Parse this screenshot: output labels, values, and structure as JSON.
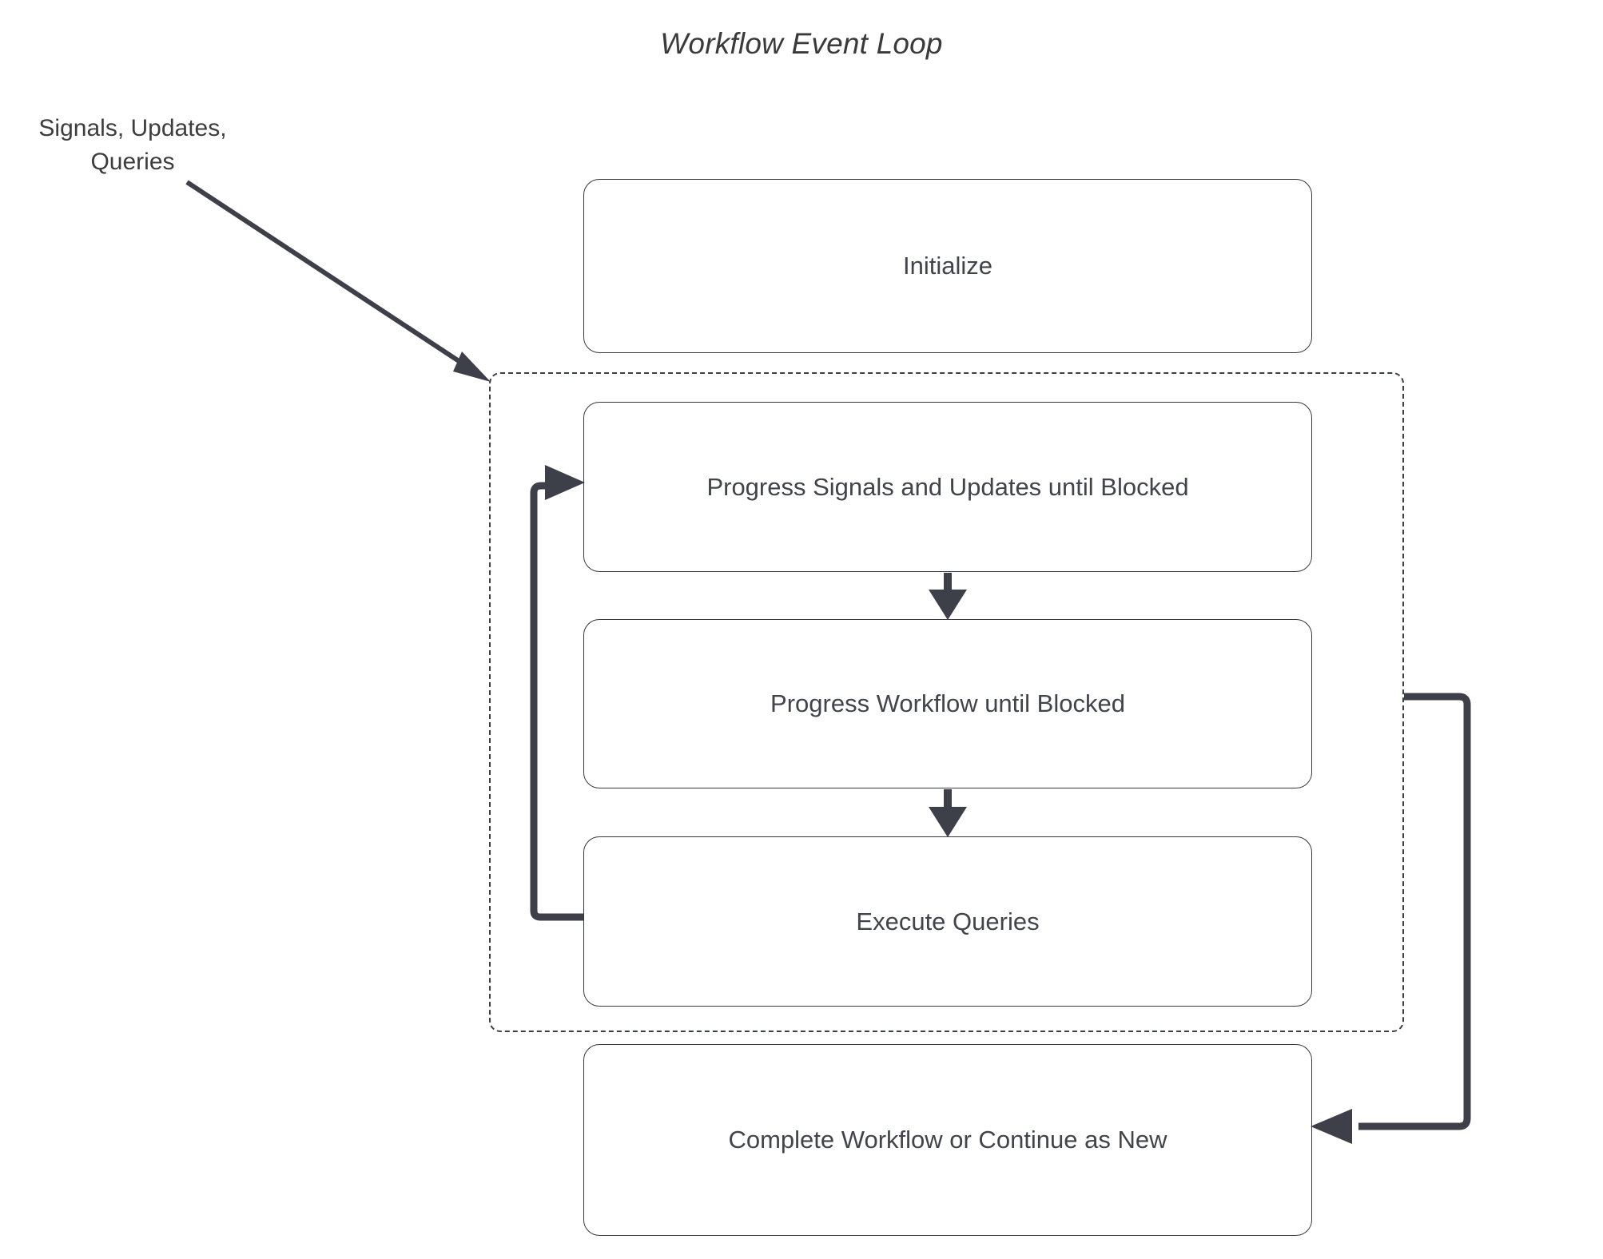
{
  "diagram": {
    "title": "Workflow Event Loop",
    "type": "flowchart",
    "background_color": "#ffffff",
    "node_border_color": "#36383f",
    "node_text_color": "#41444b",
    "connector_color": "#3d4049",
    "dashed_group_color": "#3d3f46",
    "external_label": "Signals, Updates, Queries",
    "external_label_line1": "Signals, Updates,",
    "external_label_line2": "Queries",
    "nodes": [
      {
        "id": "initialize",
        "label": "Initialize"
      },
      {
        "id": "progress-su",
        "label": "Progress Signals and Updates until Blocked"
      },
      {
        "id": "progress-wf",
        "label": "Progress Workflow until Blocked"
      },
      {
        "id": "exec-queries",
        "label": "Execute Queries"
      },
      {
        "id": "complete",
        "label": "Complete Workflow or Continue as New"
      }
    ],
    "group": {
      "id": "event-loop-group",
      "style": "dashed",
      "members": [
        "progress-su",
        "progress-wf",
        "exec-queries"
      ]
    },
    "edges": [
      {
        "from": "external-input",
        "to": "event-loop-group",
        "style": "thin-diagonal",
        "label": "Signals, Updates, Queries"
      },
      {
        "from": "progress-su",
        "to": "progress-wf",
        "style": "thin-vertical"
      },
      {
        "from": "progress-wf",
        "to": "exec-queries",
        "style": "thin-vertical"
      },
      {
        "from": "exec-queries",
        "to": "progress-su",
        "style": "thick-loop-left"
      },
      {
        "from": "event-loop-group",
        "to": "complete",
        "style": "thick-loop-right"
      }
    ]
  }
}
